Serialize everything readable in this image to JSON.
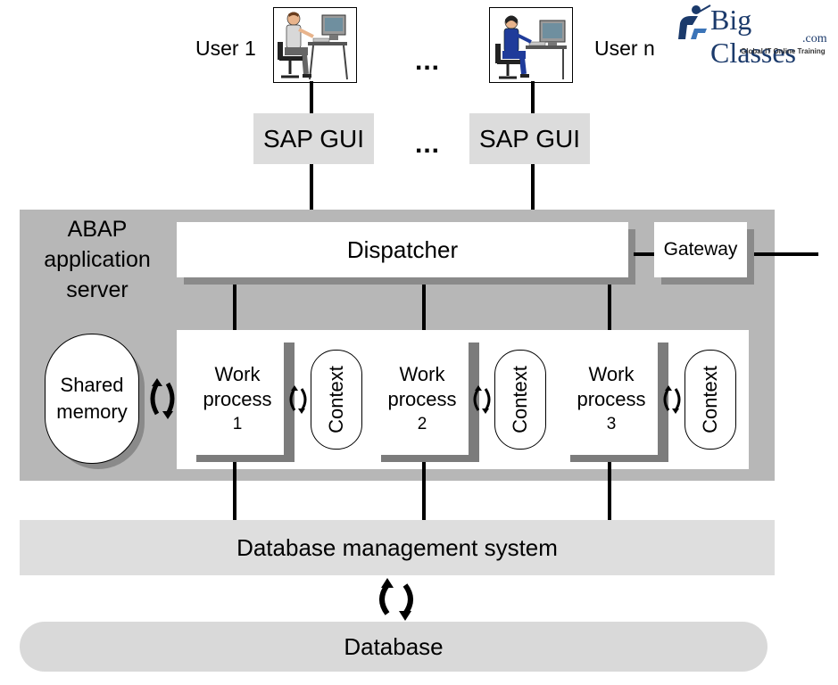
{
  "users": {
    "first_label": "User 1",
    "last_label": "User n",
    "ellipsis": "..."
  },
  "gui": {
    "left_label": "SAP GUI",
    "right_label": "SAP GUI",
    "ellipsis": "..."
  },
  "server": {
    "label_line1": "ABAP",
    "label_line2": "application",
    "label_line3": "server",
    "dispatcher_label": "Dispatcher",
    "gateway_label": "Gateway",
    "shared_memory_line1": "Shared",
    "shared_memory_line2": "memory",
    "work_processes": [
      {
        "line1": "Work",
        "line2": "process",
        "number": "1",
        "context_label": "Context"
      },
      {
        "line1": "Work",
        "line2": "process",
        "number": "2",
        "context_label": "Context"
      },
      {
        "line1": "Work",
        "line2": "process",
        "number": "3",
        "context_label": "Context"
      }
    ]
  },
  "dbms_label": "Database management system",
  "database_label": "Database",
  "logo": {
    "brand": "Big Classes",
    "domain": ".com",
    "tagline": "Global IT Online Training"
  },
  "colors": {
    "server_panel": "#b7b7b7",
    "gui_box": "#dcdcdc",
    "database": "#d9d9d9",
    "shadow": "#8a8a8a",
    "logo_blue": "#1b3a6b"
  }
}
